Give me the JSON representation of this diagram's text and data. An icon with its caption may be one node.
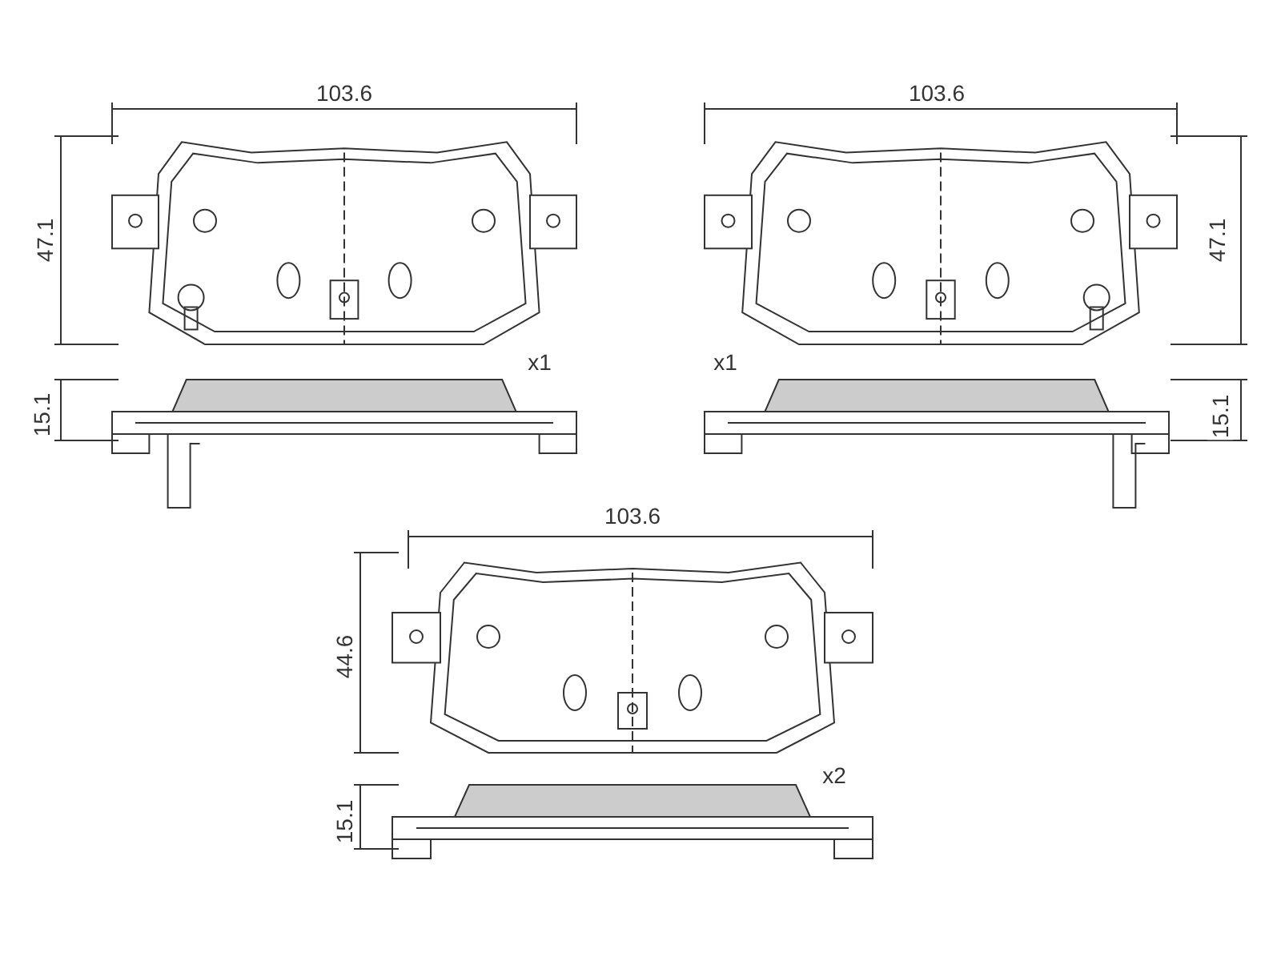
{
  "diagram": {
    "labels": [
      "103.6",
      "103.6",
      "47.1",
      "47.1",
      "x1",
      "x1",
      "15.1",
      "15.1",
      "103.6",
      "44.6",
      "x2",
      "15.1"
    ]
  }
}
